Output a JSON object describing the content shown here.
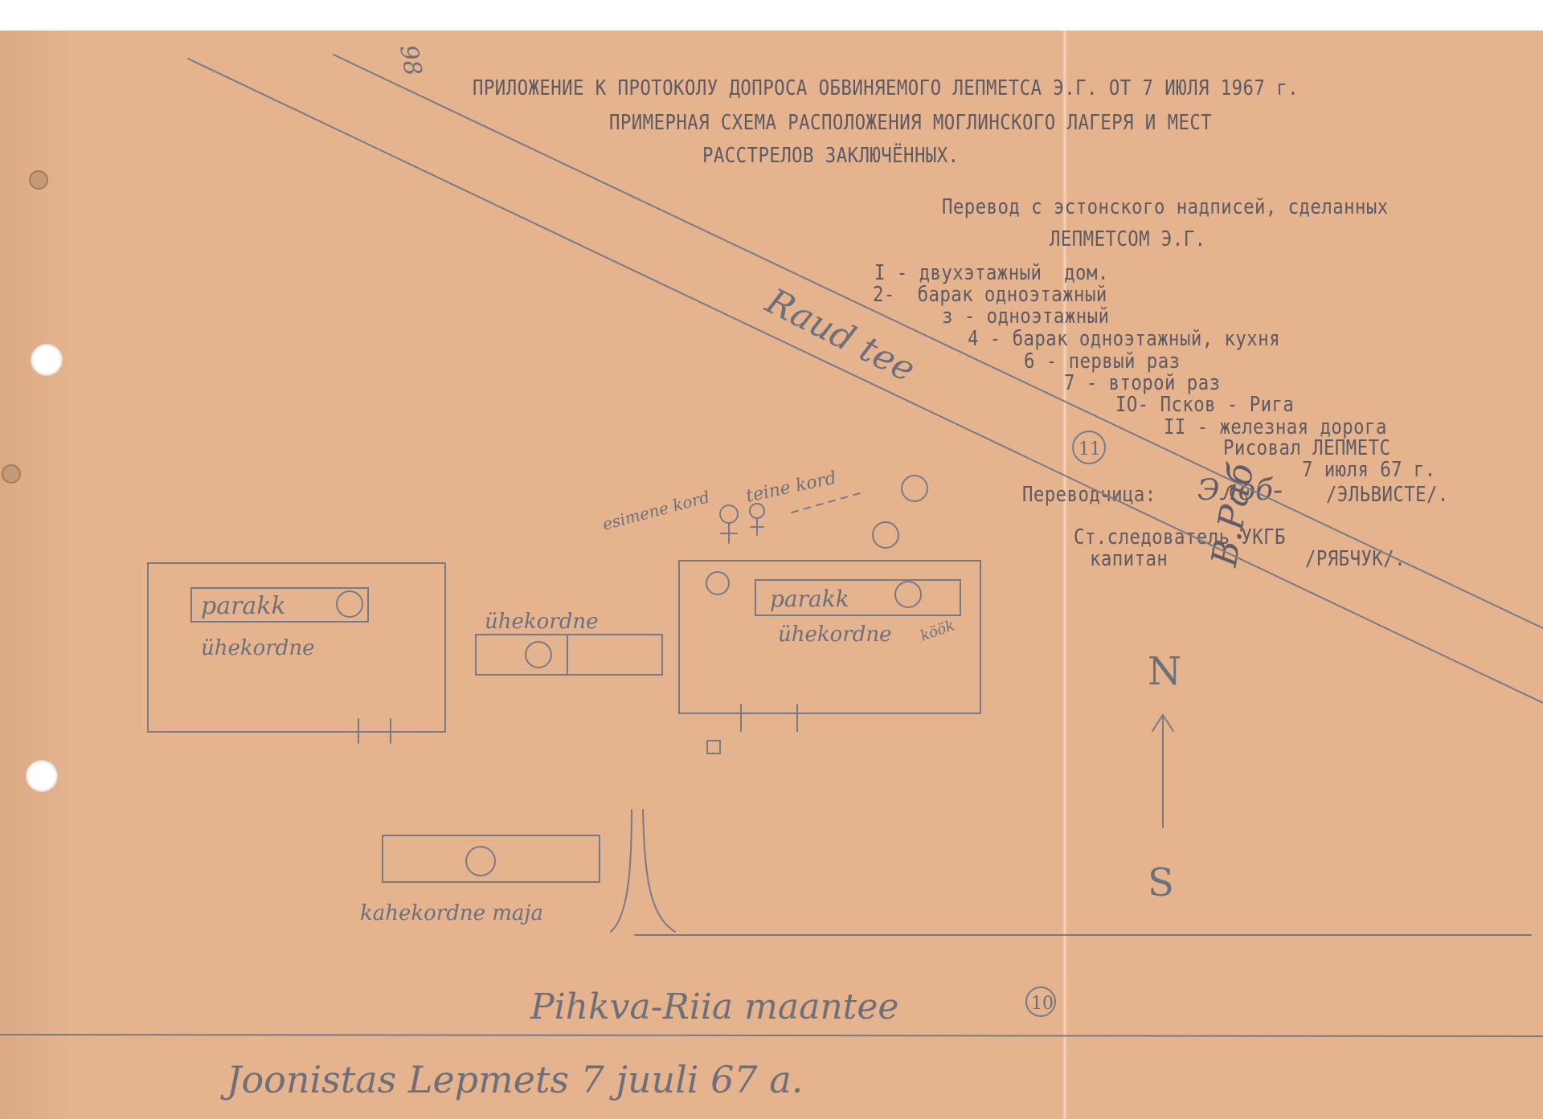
{
  "header": {
    "line1": "ПРИЛОЖЕНИЕ К ПРОТОКОЛУ ДОПРОСА ОБВИНЯЕМОГО ЛЕПМЕТСА Э.Г. ОТ 7 ИЮЛЯ 1967 г.",
    "line2": "ПРИМЕРНАЯ СХЕМА РАСПОЛОЖЕНИЯ МОГЛИНСКОГО ЛАГЕРЯ И МЕСТ",
    "line3": "РАССТРЕЛОВ ЗАКЛЮЧЁННЫХ."
  },
  "translation": {
    "intro1": "Перевод с эстонского надписей, сделанных",
    "intro2": "ЛЕПМЕТСОМ Э.Г.",
    "legend": [
      "I - двухэтажный  дом.",
      "2-  барак одноэтажный",
      "з - одноэтажный",
      "4 - барак одноэтажный, кухня",
      "6 - первый раз",
      "7 - второй раз",
      "IO- Псков - Рига",
      "II - железная дорога"
    ],
    "drawn_by": "Рисовал ЛЕПМЕТС",
    "date": "7 июля 67 г.",
    "translator_label": "Переводчица:",
    "translator_signature": "Элоб-",
    "translator_name": "/ЭЛЬВИСТЕ/.",
    "investigator_line1": "Ст.следователь УКГБ",
    "investigator_line2": "капитан",
    "investigator_signature": "В.Раб",
    "investigator_name": "/РЯБЧУК/."
  },
  "map": {
    "rail_label": "Raud tee",
    "building1_label": "kahekordne maja",
    "building2_label": "parakk",
    "building2_sub": "ühekordne",
    "building3_label": "ühekordne",
    "building4_label": "parakk",
    "building4_sub": "ühekordne",
    "building4_side": "köök",
    "first_time_label": "esimene kord",
    "second_time_label": "teine kord",
    "north": "N",
    "south": "S",
    "road_label": "Pihkva-Riia maantee",
    "road_number": "10",
    "rail_number": "11",
    "page_number": "98",
    "footer_note": "Joonistas Lepmets 7 juuli 67 a."
  },
  "colors": {
    "paper": "#e5b48e",
    "typewriter_ink": "#5e5a63",
    "pencil": "#6d6f7a"
  }
}
